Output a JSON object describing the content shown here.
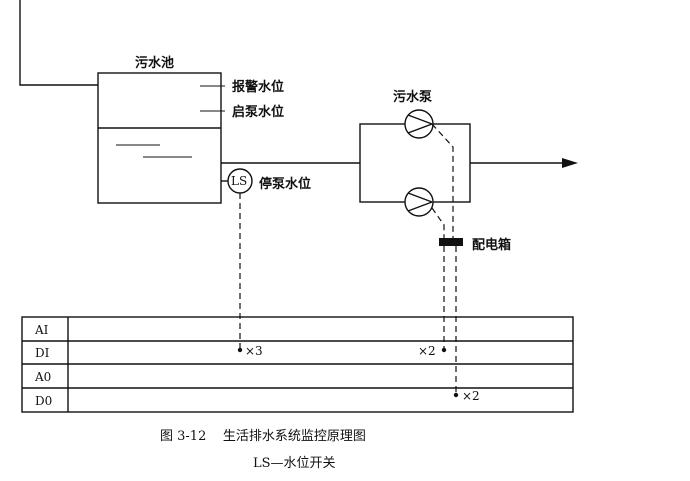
{
  "labels": {
    "tank": "污水池",
    "alarm_level": "报警水位",
    "start_level": "启泵水位",
    "stop_level": "停泵水位",
    "ls_symbol": "LS",
    "pump": "污水泵",
    "dist_box": "配电箱"
  },
  "signals": {
    "rows": [
      "AI",
      "DI",
      "A0",
      "D0"
    ],
    "ls_count": "×3",
    "pump_di_count": "×2",
    "pump_do_count": "×2"
  },
  "caption": {
    "figure": "图 3-12    生活排水系统监控原理图",
    "note": "LS—水位开关"
  }
}
